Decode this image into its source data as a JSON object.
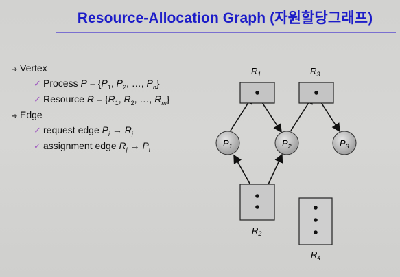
{
  "slide": {
    "title": "Resource-Allocation Graph (자원할당그래프)"
  },
  "bullets": {
    "vertex": "Vertex",
    "process_label": "Process",
    "resource_label": "Resource",
    "edge": "Edge",
    "request_edge": "request edge",
    "assignment_edge": "assignment edge"
  },
  "graph": {
    "processes": [
      "P1",
      "P2",
      "P3"
    ],
    "resources": [
      {
        "name": "R1",
        "instances": 1
      },
      {
        "name": "R2",
        "instances": 2
      },
      {
        "name": "R3",
        "instances": 1
      },
      {
        "name": "R4",
        "instances": 3
      }
    ],
    "edges": [
      {
        "from": "P1",
        "to": "R1",
        "kind": "request"
      },
      {
        "from": "R1",
        "to": "P2",
        "kind": "assignment"
      },
      {
        "from": "P2",
        "to": "R3",
        "kind": "request"
      },
      {
        "from": "R3",
        "to": "P3",
        "kind": "assignment"
      },
      {
        "from": "R2",
        "to": "P1",
        "kind": "assignment"
      },
      {
        "from": "R2",
        "to": "P2",
        "kind": "assignment"
      }
    ]
  },
  "colors": {
    "title": "#1c1cc8",
    "node_fill": "#bdbdbd",
    "resource_fill": "#c8c8c8"
  }
}
